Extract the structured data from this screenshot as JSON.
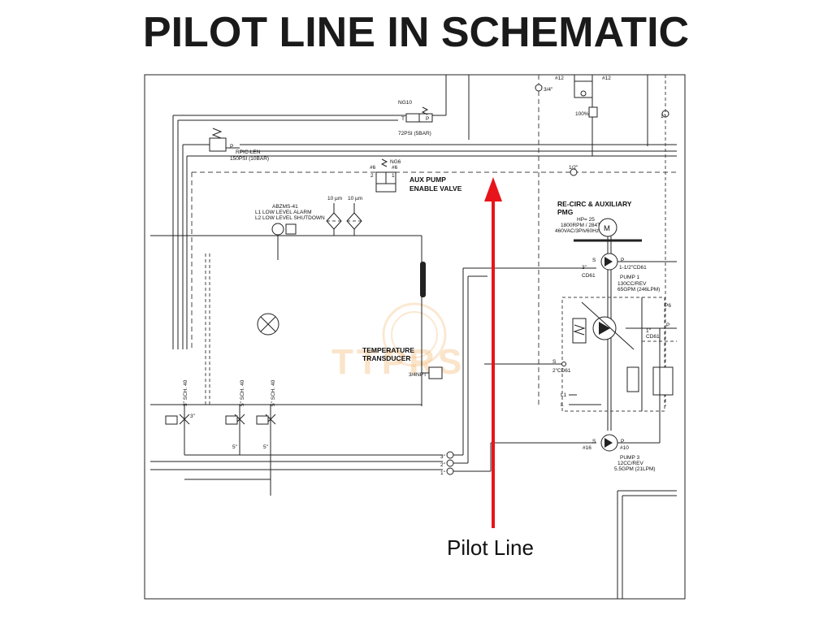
{
  "title": "PILOT LINE IN SCHEMATIC",
  "pilot_label": "Pilot Line",
  "watermark": "TTPRS",
  "colors": {
    "arrow": "#e8141b",
    "line": "#222222",
    "watermark": "#f3b36b"
  },
  "labels": {
    "ng10": "NG10",
    "ng10_t": "T",
    "ng10_p": "P",
    "ng10_psi": "72PSI (5BAR)",
    "rpic_p": "P",
    "rpic": "RPIC-LEN",
    "rpic_psi": "150PSI (10BAR)",
    "ng6": "NG6",
    "ng6_a": "#6",
    "ng6_b": "#6",
    "ng6_2": "2",
    "ng6_1": "1",
    "aux_pump": "AUX PUMP",
    "enable_valve": "ENABLE VALVE",
    "half_inch": "1/2\"",
    "three_quarter": "3/4\"",
    "one_inch": "1\"",
    "p12a": "#12",
    "p12b": "#12",
    "hundred": "100%",
    "abzms": "ABZMS-41",
    "l1": "L1 LOW LEVEL ALARM",
    "l2": "L2 LOW LEVEL SHUTDOWN",
    "um1": "10 µm",
    "um2": "10 µm",
    "recirc1": "RE-CIRC & AUXILIARY",
    "recirc2": "PMG",
    "hp": "HP= 25",
    "rpm": "1800RPM / 284T",
    "volt": "460VAC/3Ph/60Hz",
    "motor_m": "M",
    "pump1_s": "S",
    "pump1_p": "P",
    "three_in": "3\"",
    "cd61a": "CD61",
    "cd61b": "1-1/2\"CD61",
    "pump1": "PUMP 1",
    "pump1_cc": "130CC/REV",
    "pump1_gpm": "65GPM (246LPM)",
    "temp1": "TEMPERATURE",
    "temp2": "TRANSDUCER",
    "npt": "3/4NPT",
    "s_mid": "S",
    "cd61c": "2\"CD61",
    "l1_small": "L1",
    "l_small": "L",
    "pump3_s": "S",
    "pump3_p": "P",
    "p16": "#16",
    "p10": "#10",
    "pump3": "PUMP 3",
    "pump3_cc": "12CC/REV",
    "pump3_gpm": "5.5GPM (21LPM)",
    "sch40_a": "3\" SCH. 40",
    "sch40_b": "5\" SCH. 40",
    "sch40_c": "5\" SCH. 40",
    "three_b": "3\"",
    "five_a": "5\"",
    "five_b": "5\"",
    "line3": "3\"",
    "line2": "2\"",
    "line1": "1\"",
    "cd61d": "CD61",
    "one_in_b": "1\"",
    "p_small": "P",
    "p6": "P6"
  }
}
